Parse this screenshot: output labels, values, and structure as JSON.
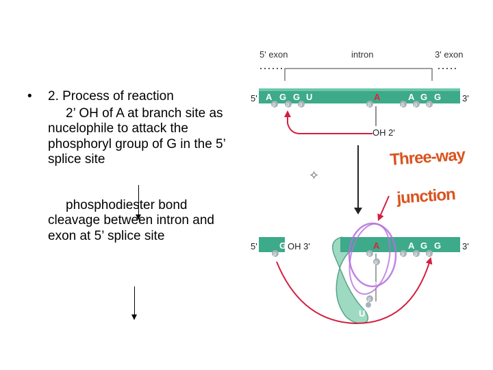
{
  "text": {
    "bullet": "•",
    "item_title": "2. Process of reaction",
    "para1": "2’ OH of A at branch site as nucelophile to attack the phosphoryl group of G in the 5’ splice site",
    "para2": "phosphodiester bond cleavage between intron and exon at 5’ splice site"
  },
  "diagram": {
    "labels": {
      "exon5": "5' exon",
      "intron": "intron",
      "exon3": "3' exon",
      "end5_top": "5'",
      "end3_top": "3'",
      "end5_bottom": "5'",
      "end3_bottom": "3'",
      "oh2": "OH 2'",
      "oh3": "OH 3'",
      "three_way_line1": "Three-way",
      "three_way_line2": "junction"
    },
    "bases": {
      "A": "A",
      "G": "G",
      "U": "U",
      "p": "p"
    },
    "colors": {
      "strand": "#3daa8a",
      "strand_dark": "#1f7a60",
      "phosphate": "#a7b3b8",
      "red_arrow": "#d22040",
      "junction_label": "#d9531e",
      "junction_ring": "#b56fe0",
      "branch_A": "#e0203a"
    }
  }
}
